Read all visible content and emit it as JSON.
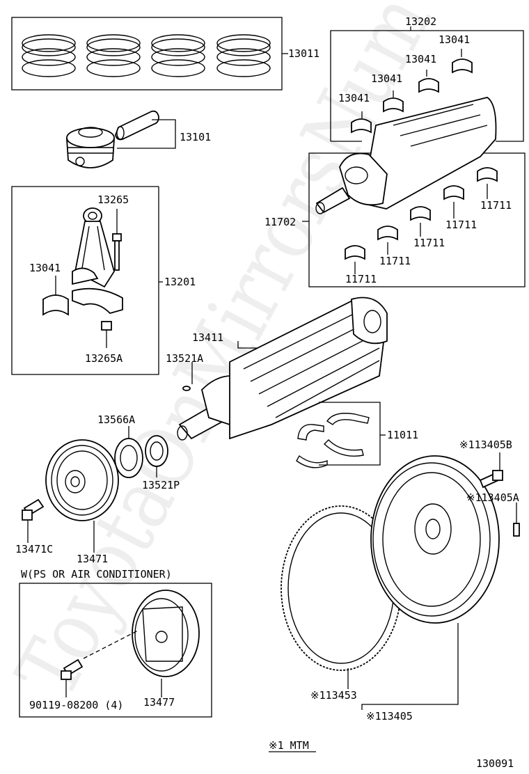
{
  "watermark": "ToyotaOnMirrorsNum",
  "labels": {
    "p13011": "13011",
    "p13101": "13101",
    "p13202": "13202",
    "p13041a": "13041",
    "p13041b": "13041",
    "p13041c": "13041",
    "p13041d": "13041",
    "p13041e": "13041",
    "p11702": "11702",
    "p11711a": "11711",
    "p11711b": "11711",
    "p11711c": "11711",
    "p11711d": "11711",
    "p11711e": "11711",
    "p13265": "13265",
    "p13201": "13201",
    "p13265A": "13265A",
    "p13411": "13411",
    "p13521A": "13521A",
    "p13566A": "13566A",
    "p13521P": "13521P",
    "p11011": "11011",
    "p113405B": "※113405B",
    "p113405A": "※113405A",
    "p13471C": "13471C",
    "p13471": "13471",
    "cond": "W(PS OR AIR CONDITIONER)",
    "p13477": "13477",
    "p90119": "90119-08200 (4)",
    "p113453": "※113453",
    "p113405": "※113405",
    "note": "※1 MTM",
    "diagram_id": "130091"
  }
}
